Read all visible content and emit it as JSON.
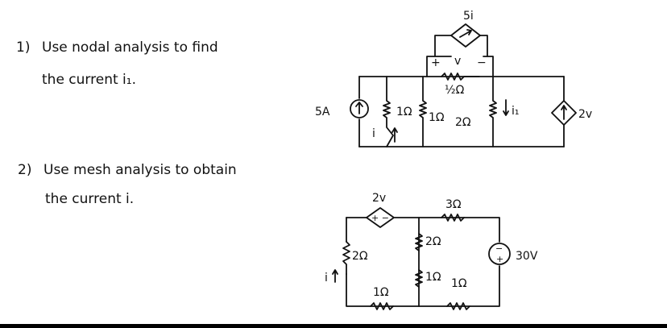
{
  "questions": {
    "q1": {
      "number": "1)",
      "line1": "Use nodal analysis to find",
      "line2": "the current i₁."
    },
    "q2": {
      "number": "2)",
      "line1": "Use mesh analysis to obtain",
      "line2": "the current i."
    }
  },
  "circuit1": {
    "source_5A": "5A",
    "r1": "1Ω",
    "r2": "1Ω",
    "r_half": "½Ω",
    "r3": "2Ω",
    "current_i": "i",
    "current_i1": "i₁",
    "dep_source_top": "5i",
    "voltage_v": "v",
    "plus": "+",
    "minus": "−",
    "dep_source_right": "2v"
  },
  "circuit2": {
    "dep_source_top": "2v",
    "r_top": "3Ω",
    "r_left": "2Ω",
    "r_bottom_left": "1Ω",
    "r_mid_upper": "2Ω",
    "r_mid_lower": "1Ω",
    "r_bottom_right": "1Ω",
    "source_30V": "30V",
    "current_i": "i"
  }
}
